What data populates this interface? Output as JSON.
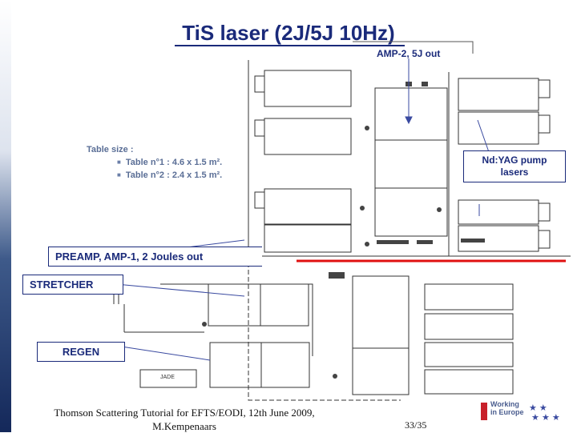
{
  "title": "TiS laser (2J/5J 10Hz)",
  "labels": {
    "amp2": "AMP-2, 5J out",
    "nd_yag": "Nd:YAG pump lasers",
    "preamp": "PREAMP, AMP-1, 2 Joules out",
    "stretcher": "STRETCHER",
    "regen": "REGEN",
    "jade": "JADE"
  },
  "table_info": {
    "heading": "Table size :",
    "items": [
      "Table n°1 : 4.6 x 1.5 m².",
      "Table n°2 : 2.4 x 1.5 m²."
    ]
  },
  "footer": {
    "line1": "Thomson Scattering Tutorial for EFTS/EODI, 12th June 2009,",
    "line2": "M.Kempenaars",
    "page": "33/35",
    "logo_line1": "Working",
    "logo_line2": "in Europe"
  },
  "colors": {
    "title": "#1a2a7a",
    "red_line": "#e01010",
    "outline": "#333333"
  }
}
